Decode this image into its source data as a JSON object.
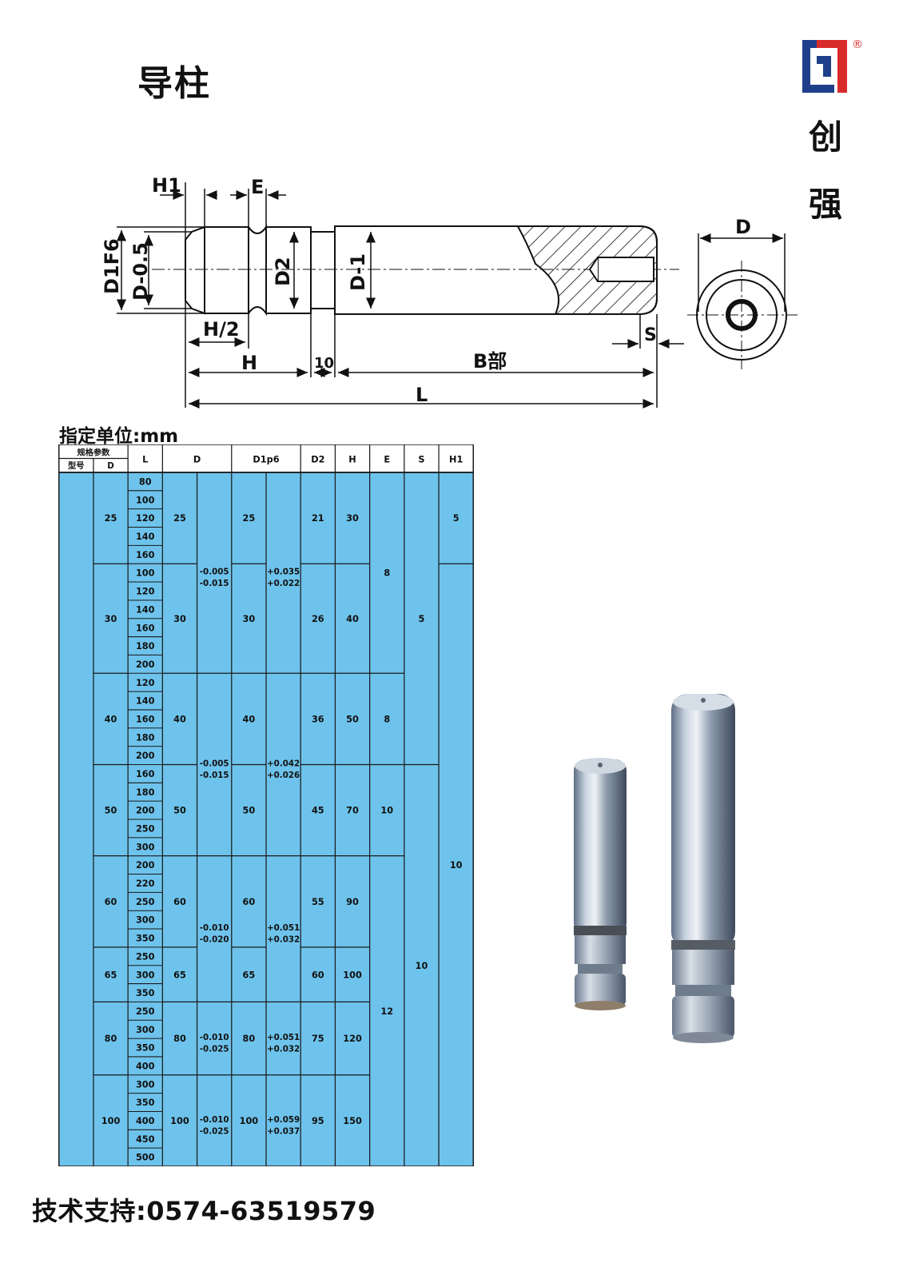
{
  "title": "导柱",
  "brand": {
    "logo_icon": "cq-logo-icon",
    "registered_mark": "®",
    "chars": [
      "创",
      "强"
    ],
    "colors": {
      "blue": "#1f3f8a",
      "red": "#d92b2b"
    }
  },
  "drawing": {
    "labels": {
      "h1": "H1",
      "e": "E",
      "d1f6": "D1F6",
      "d_minus_05": "D-0.5",
      "d2": "D2",
      "d_minus_1": "D-1",
      "h_half": "H/2",
      "h": "H",
      "ten": "10",
      "b_part": "B部",
      "l": "L",
      "s": "S",
      "d_end": "D"
    }
  },
  "unit_label": "指定单位:mm",
  "table": {
    "header": {
      "spec_params": "规格参数",
      "model": "型号",
      "d_sub": "D",
      "columns": [
        "L",
        "D",
        "D1p6",
        "D2",
        "H",
        "E",
        "S",
        "H1"
      ]
    },
    "groups": [
      {
        "d": "25",
        "lengths": [
          "80",
          "100",
          "120",
          "140",
          "160"
        ],
        "d_val": "25",
        "d1": "25",
        "d2": "21",
        "h": "30"
      },
      {
        "d": "30",
        "lengths": [
          "100",
          "120",
          "140",
          "160",
          "180",
          "200"
        ],
        "d_val": "30",
        "d1": "30",
        "d2": "26",
        "h": "40"
      },
      {
        "d": "40",
        "lengths": [
          "120",
          "140",
          "160",
          "180",
          "200"
        ],
        "d_val": "40",
        "d1": "40",
        "d2": "36",
        "h": "50"
      },
      {
        "d": "50",
        "lengths": [
          "160",
          "180",
          "200",
          "250",
          "300"
        ],
        "d_val": "50",
        "d1": "50",
        "d2": "45",
        "h": "70"
      },
      {
        "d": "60",
        "lengths": [
          "200",
          "220",
          "250",
          "300",
          "350"
        ],
        "d_val": "60",
        "d1": "60",
        "d2": "55",
        "h": "90"
      },
      {
        "d": "65",
        "lengths": [
          "250",
          "300",
          "350"
        ],
        "d_val": "65",
        "d1": "65",
        "d2": "60",
        "h": "100"
      },
      {
        "d": "80",
        "lengths": [
          "250",
          "300",
          "350",
          "400"
        ],
        "d_val": "80",
        "d1": "80",
        "d2": "75",
        "h": "120"
      },
      {
        "d": "100",
        "lengths": [
          "300",
          "350",
          "400",
          "450",
          "500"
        ],
        "d_val": "100",
        "d1": "100",
        "d2": "95",
        "h": "150"
      }
    ],
    "d_tolerances": [
      {
        "groups": [
          0,
          1
        ],
        "upper": "-0.005",
        "lower": "-0.015"
      },
      {
        "groups": [
          2,
          3
        ],
        "upper": "-0.005",
        "lower": "-0.015"
      },
      {
        "groups": [
          4,
          5
        ],
        "upper": "-0.010",
        "lower": "-0.020"
      },
      {
        "groups": [
          6
        ],
        "upper": "-0.010",
        "lower": "-0.025"
      },
      {
        "groups": [
          7
        ],
        "upper": "-0.010",
        "lower": "-0.025"
      }
    ],
    "d1_tolerances": [
      {
        "groups": [
          0,
          1
        ],
        "upper": "+0.035",
        "lower": "+0.022"
      },
      {
        "groups": [
          2,
          3
        ],
        "upper": "+0.042",
        "lower": "+0.026"
      },
      {
        "groups": [
          4,
          5
        ],
        "upper": "+0.051",
        "lower": "+0.032"
      },
      {
        "groups": [
          6
        ],
        "upper": "+0.051",
        "lower": "+0.032"
      },
      {
        "groups": [
          7
        ],
        "upper": "+0.059",
        "lower": "+0.037"
      }
    ],
    "e_merge": [
      {
        "groups": [
          0,
          1
        ],
        "value": "8"
      },
      {
        "groups": [
          2
        ],
        "value": "8"
      },
      {
        "groups": [
          3
        ],
        "value": "10"
      },
      {
        "groups": [
          4,
          5,
          6,
          7
        ],
        "value": "12"
      }
    ],
    "s_merge": [
      {
        "groups": [
          0,
          1,
          2
        ],
        "value": "5"
      },
      {
        "groups": [
          3,
          4,
          5,
          6,
          7
        ],
        "value": "10"
      }
    ],
    "h1_merge": [
      {
        "groups": [
          0
        ],
        "value": "5"
      },
      {
        "groups": [
          1,
          2,
          3,
          4,
          5,
          6,
          7
        ],
        "value": "10"
      }
    ],
    "colors": {
      "cell": "#6ec3ec",
      "header": "#ffffff",
      "line": "#1a1a1a"
    }
  },
  "support": "技术支持:0574-63519579"
}
